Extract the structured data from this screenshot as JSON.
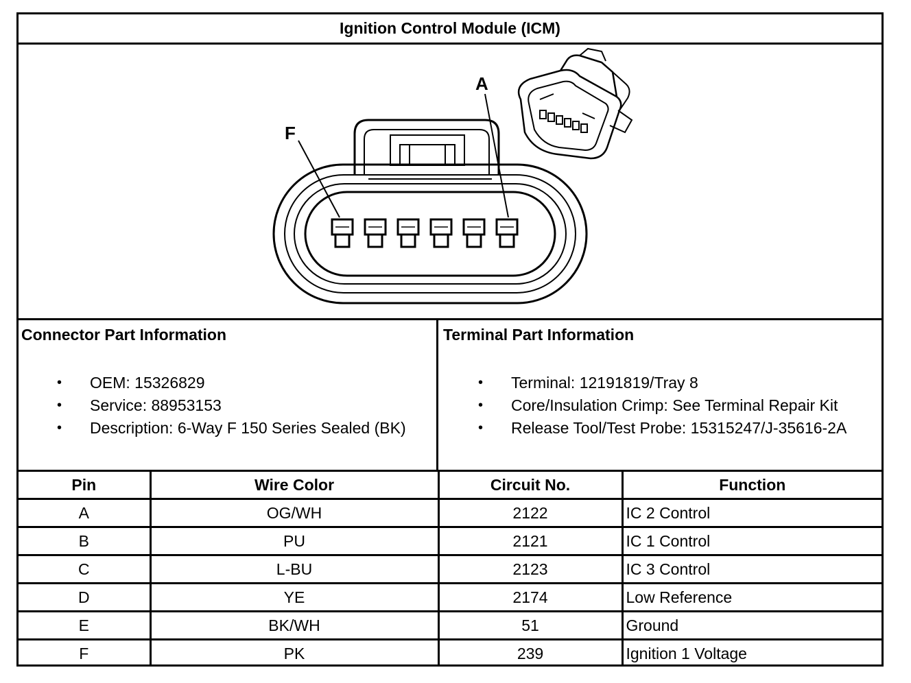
{
  "title": "Ignition Control Module (ICM)",
  "diagram": {
    "pin_label_a": "A",
    "pin_label_f": "F"
  },
  "connector_info": {
    "heading": "Connector Part Information",
    "items": [
      "OEM: 15326829",
      "Service: 88953153",
      "Description: 6-Way F 150 Series Sealed (BK)"
    ]
  },
  "terminal_info": {
    "heading": "Terminal Part Information",
    "items": [
      "Terminal: 12191819/Tray 8",
      "Core/Insulation Crimp: See Terminal Repair Kit",
      "Release Tool/Test Probe: 15315247/J-35616-2A"
    ]
  },
  "bullet": "•",
  "table": {
    "headers": [
      "Pin",
      "Wire Color",
      "Circuit No.",
      "Function"
    ],
    "rows": [
      [
        "A",
        "OG/WH",
        "2122",
        "IC 2 Control"
      ],
      [
        "B",
        "PU",
        "2121",
        "IC 1 Control"
      ],
      [
        "C",
        "L-BU",
        "2123",
        "IC 3 Control"
      ],
      [
        "D",
        "YE",
        "2174",
        "Low Reference"
      ],
      [
        "E",
        "BK/WH",
        "51",
        "Ground"
      ],
      [
        "F",
        "PK",
        "239",
        "Ignition 1 Voltage"
      ]
    ]
  }
}
